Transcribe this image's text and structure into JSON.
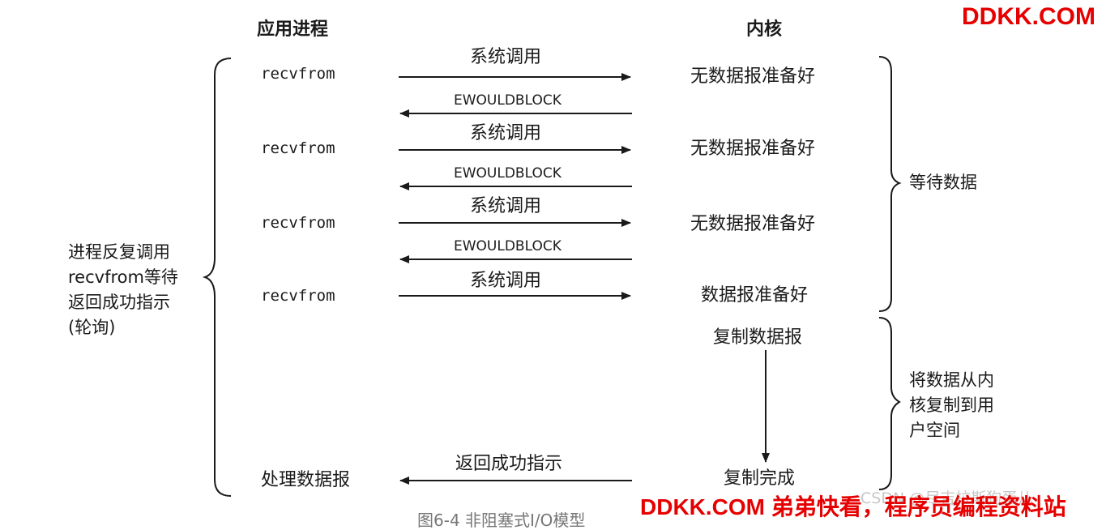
{
  "headers": {
    "app_process": "应用进程",
    "kernel": "内核"
  },
  "rows": [
    {
      "call": "recvfrom",
      "request": "系统调用",
      "kernel_state": "无数据报准备好",
      "reply": "EWOULDBLOCK"
    },
    {
      "call": "recvfrom",
      "request": "系统调用",
      "kernel_state": "无数据报准备好",
      "reply": "EWOULDBLOCK"
    },
    {
      "call": "recvfrom",
      "request": "系统调用",
      "kernel_state": "无数据报准备好",
      "reply": "EWOULDBLOCK"
    },
    {
      "call": "recvfrom",
      "request": "系统调用",
      "kernel_state": "数据报准备好"
    }
  ],
  "copy_datagram": "复制数据报",
  "copy_complete": "复制完成",
  "process_datagram": "处理数据报",
  "return_success": "返回成功指示",
  "left_brace_label": [
    "进程反复调用",
    "recvfrom等待",
    "返回成功指示",
    "(轮询)"
  ],
  "right_brace_wait": "等待数据",
  "right_brace_copy": [
    "将数据从内",
    "核复制到用",
    "户空间"
  ],
  "watermarks": {
    "top": "DDKK.COM",
    "bottom": "DDKK.COM 弟弟快看，程序员编程资料站",
    "csdn": "CSDN @尽吉拉斯狗蛋儿"
  },
  "caption_partial": "图6-4 非阻塞式I/O模型"
}
